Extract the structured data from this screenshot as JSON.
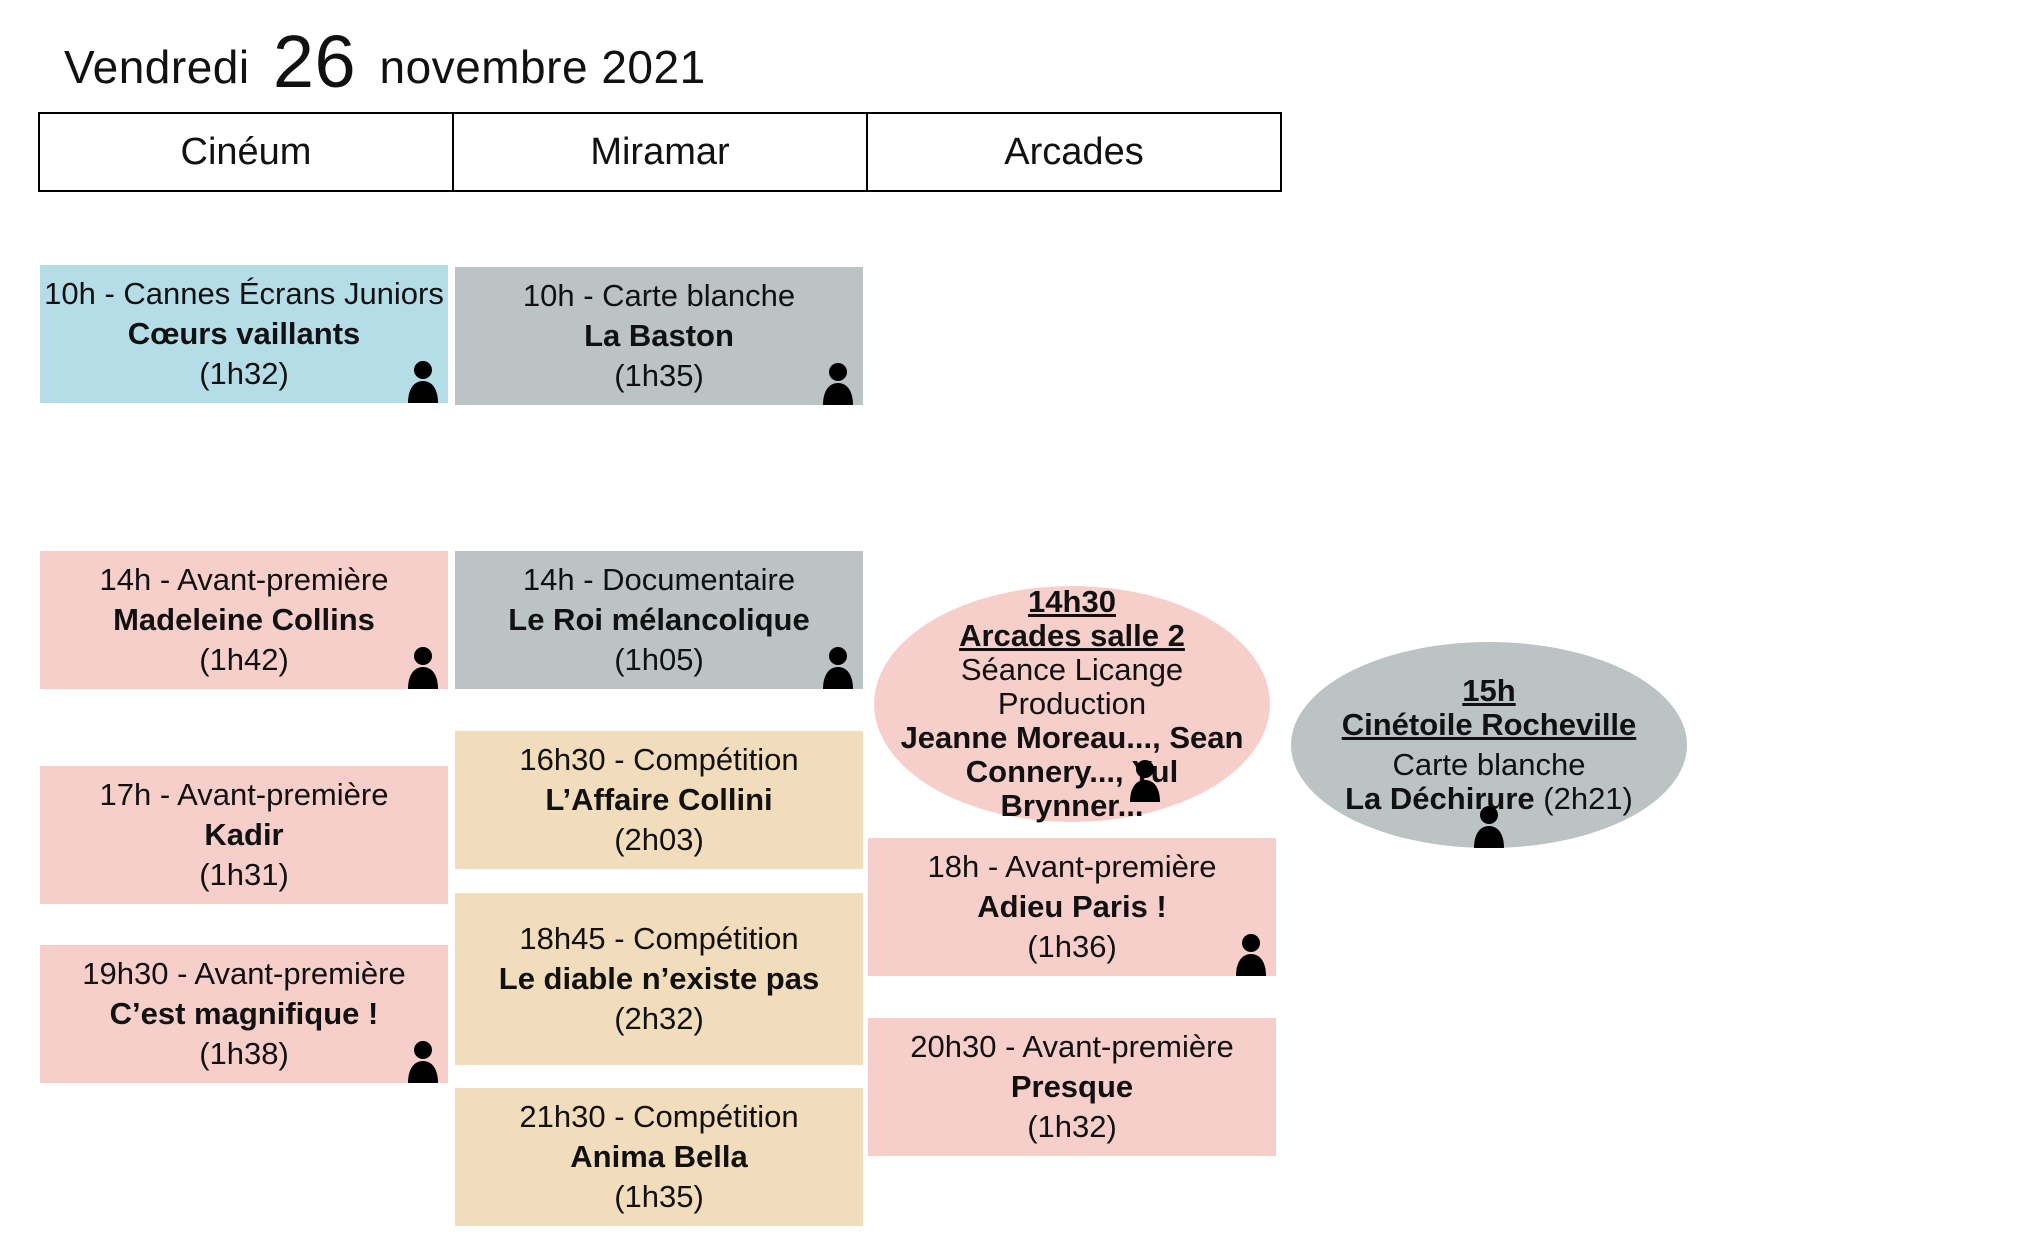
{
  "date": {
    "weekday": "Vendredi",
    "day": "26",
    "month_year": "novembre 2021"
  },
  "columns": [
    "Cinéum",
    "Miramar",
    "Arcades"
  ],
  "colors": {
    "blue": "#b5dde8",
    "gray": "#bcc3c4",
    "pink": "#f6cfcb",
    "beige": "#f1dcbb",
    "ellipse_pink": "#f6cfcb",
    "ellipse_gray": "#bcc3c4"
  },
  "icons": {
    "person": "person-icon"
  },
  "screenings": {
    "cineum": [
      {
        "line1": "10h - Cannes Écrans Juniors",
        "film": "Cœurs vaillants",
        "duration": "(1h32)",
        "color": "blue",
        "guest": true
      },
      {
        "line1": "14h - Avant-première",
        "film": "Madeleine Collins",
        "duration": "(1h42)",
        "color": "pink",
        "guest": true
      },
      {
        "line1": "17h - Avant-première",
        "film": "Kadir",
        "duration": "(1h31)",
        "color": "pink",
        "guest": false
      },
      {
        "line1": "19h30 - Avant-première",
        "film": "C’est magnifique !",
        "duration": "(1h38)",
        "color": "pink",
        "guest": true
      }
    ],
    "miramar": [
      {
        "line1": "10h - Carte blanche",
        "film": "La Baston",
        "duration": "(1h35)",
        "color": "gray",
        "guest": true
      },
      {
        "line1": "14h - Documentaire",
        "film": "Le Roi mélancolique",
        "duration": "(1h05)",
        "color": "gray",
        "guest": true
      },
      {
        "line1": "16h30 - Compétition",
        "film": "L’Affaire Collini",
        "duration": "(2h03)",
        "color": "beige",
        "guest": false
      },
      {
        "line1": "18h45 - Compétition",
        "film": "Le diable n’existe pas",
        "duration": "(2h32)",
        "color": "beige",
        "guest": false
      },
      {
        "line1": "21h30 - Compétition",
        "film": "Anima Bella",
        "duration": "(1h35)",
        "color": "beige",
        "guest": false
      }
    ],
    "arcades": [
      {
        "line1": "18h - Avant-première",
        "film": "Adieu Paris !",
        "duration": "(1h36)",
        "color": "pink",
        "guest": true
      },
      {
        "line1": "20h30 - Avant-première",
        "film": "Presque",
        "duration": "(1h32)",
        "color": "pink",
        "guest": false
      }
    ]
  },
  "special_events": [
    {
      "time": "14h30",
      "venue": "Arcades salle 2",
      "description": "Séance Licange Production",
      "film": "Jeanne Moreau..., Sean Connery..., Yul Brynner...",
      "guest": true
    },
    {
      "time": "15h",
      "venue": "Cinétoile Rocheville",
      "description": "Carte blanche",
      "film": "La Déchirure",
      "duration": "(2h21)",
      "guest": true
    }
  ]
}
